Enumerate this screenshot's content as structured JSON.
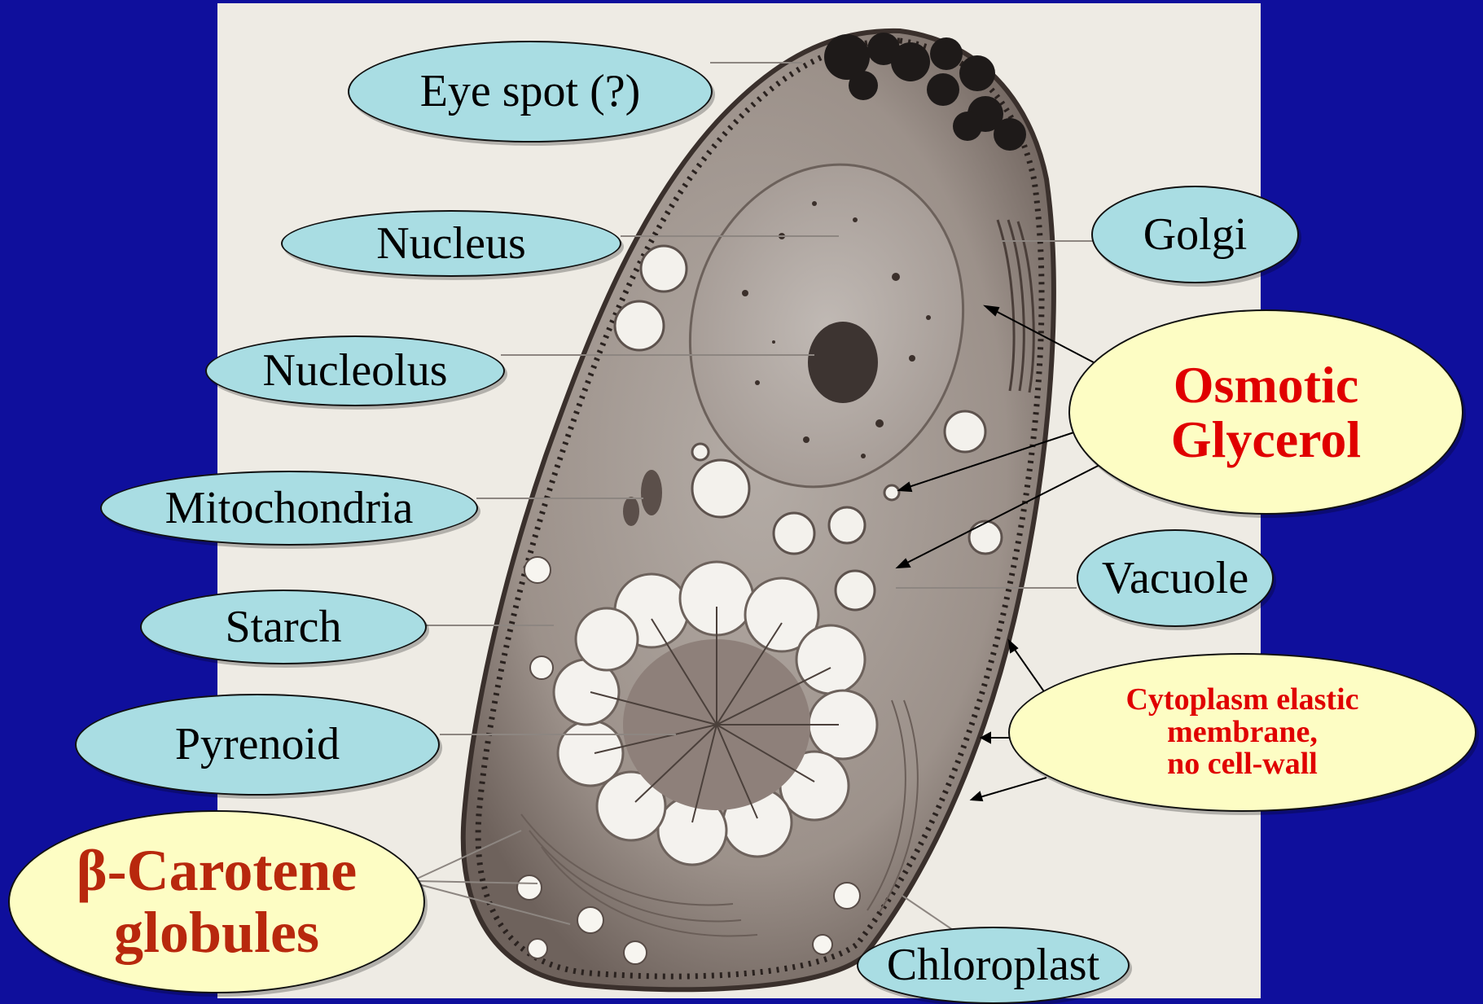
{
  "colors": {
    "background": "#0f0f9c",
    "organelle_label_fill": "#a9dde3",
    "highlight_label_fill": "#fdfdc4",
    "highlight_text_red": "#e00000",
    "highlight_text_brown": "#b8280d"
  },
  "labels": {
    "eye_spot": "Eye spot (?)",
    "nucleus": "Nucleus",
    "nucleolus": "Nucleolus",
    "mitochondria": "Mitochondria",
    "starch": "Starch",
    "pyrenoid": "Pyrenoid",
    "beta_carotene": "β-Carotene\nglobules",
    "golgi": "Golgi",
    "osmotic_glycerol": "Osmotic\nGlycerol",
    "vacuole": "Vacuole",
    "cytoplasm_membrane": "Cytoplasm elastic\nmembrane,\nno cell-wall",
    "chloroplast": "Chloroplast"
  }
}
